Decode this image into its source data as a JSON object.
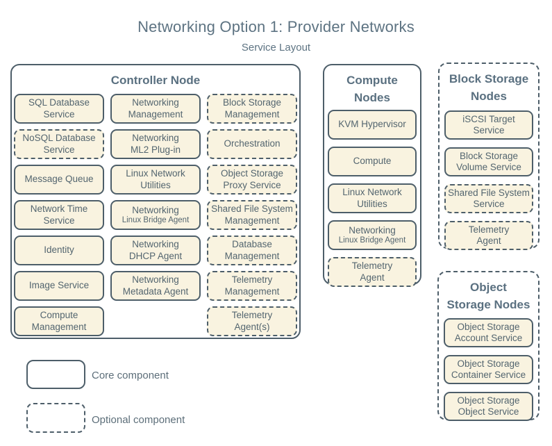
{
  "title": "Networking Option 1: Provider Networks",
  "subtitle": "Service Layout",
  "colors": {
    "accent_line": "#4d5e69",
    "box_fill": "#f9f3e0",
    "box_text": "#53656f",
    "heading_text": "#5a7080"
  },
  "groups": [
    {
      "id": "controller",
      "title_lines": [
        "Controller Node"
      ],
      "border": "solid",
      "items": [
        {
          "style": "core",
          "lines": [
            "SQL Database",
            "Service"
          ]
        },
        {
          "style": "core",
          "lines": [
            "Networking",
            "Management"
          ]
        },
        {
          "style": "optional",
          "lines": [
            "Block Storage",
            "Management"
          ]
        },
        {
          "style": "optional",
          "lines": [
            "NoSQL Database",
            "Service"
          ]
        },
        {
          "style": "core",
          "lines": [
            "Networking",
            "ML2 Plug-in"
          ]
        },
        {
          "style": "optional",
          "lines": [
            "Orchestration"
          ]
        },
        {
          "style": "core",
          "lines": [
            "Message Queue"
          ]
        },
        {
          "style": "core",
          "lines": [
            "Linux Network",
            "Utilities"
          ]
        },
        {
          "style": "optional",
          "lines": [
            "Object Storage",
            "Proxy Service"
          ]
        },
        {
          "style": "core",
          "lines": [
            "Network Time",
            "Service"
          ]
        },
        {
          "style": "core",
          "lines": [
            "Networking",
            {
              "text": "Linux Bridge Agent",
              "small": true
            }
          ]
        },
        {
          "style": "optional",
          "lines": [
            "Shared File System",
            "Management"
          ]
        },
        {
          "style": "core",
          "lines": [
            "Identity"
          ]
        },
        {
          "style": "core",
          "lines": [
            "Networking",
            "DHCP Agent"
          ]
        },
        {
          "style": "optional",
          "lines": [
            "Database",
            "Management"
          ]
        },
        {
          "style": "core",
          "lines": [
            "Image Service"
          ]
        },
        {
          "style": "core",
          "lines": [
            "Networking",
            "Metadata Agent"
          ]
        },
        {
          "style": "optional",
          "lines": [
            "Telemetry",
            "Management"
          ]
        },
        {
          "style": "core",
          "lines": [
            "Compute",
            "Management"
          ]
        },
        {
          "style": "empty",
          "lines": []
        },
        {
          "style": "optional",
          "lines": [
            "Telemetry",
            "Agent(s)"
          ]
        }
      ]
    },
    {
      "id": "compute",
      "title_lines": [
        "Compute",
        "Nodes"
      ],
      "border": "solid",
      "items": [
        {
          "style": "core",
          "lines": [
            "KVM Hypervisor"
          ]
        },
        {
          "style": "core",
          "lines": [
            "Compute"
          ]
        },
        {
          "style": "core",
          "lines": [
            "Linux Network",
            "Utilities"
          ]
        },
        {
          "style": "core",
          "lines": [
            "Networking",
            {
              "text": "Linux Bridge Agent",
              "small": true
            }
          ]
        },
        {
          "style": "optional",
          "lines": [
            "Telemetry",
            "Agent"
          ]
        }
      ]
    },
    {
      "id": "block-storage",
      "title_lines": [
        "Block Storage",
        "Nodes"
      ],
      "border": "dashed",
      "items": [
        {
          "style": "core",
          "lines": [
            "iSCSI Target",
            "Service"
          ]
        },
        {
          "style": "core",
          "lines": [
            "Block Storage",
            "Volume Service"
          ]
        },
        {
          "style": "optional",
          "lines": [
            "Shared File System",
            "Service"
          ]
        },
        {
          "style": "optional",
          "lines": [
            "Telemetry",
            "Agent"
          ]
        }
      ]
    },
    {
      "id": "object-storage",
      "title_lines": [
        "Object",
        "Storage Nodes"
      ],
      "border": "dashed",
      "items": [
        {
          "style": "core",
          "lines": [
            "Object Storage",
            "Account Service"
          ]
        },
        {
          "style": "core",
          "lines": [
            "Object Storage",
            "Container Service"
          ]
        },
        {
          "style": "core",
          "lines": [
            "Object Storage",
            "Object Service"
          ]
        }
      ]
    }
  ],
  "legend": [
    {
      "style": "core",
      "label": "Core component"
    },
    {
      "style": "optional",
      "label": "Optional component"
    }
  ]
}
